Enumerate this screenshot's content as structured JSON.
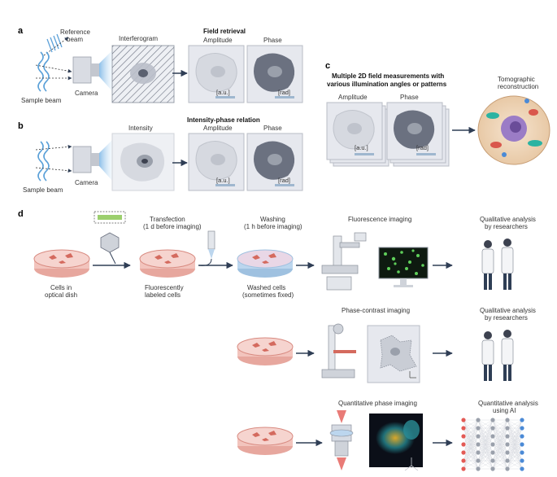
{
  "panels": {
    "a": {
      "letter": "a",
      "reference_beam": "Reference\nbeam",
      "sample_beam": "Sample beam",
      "camera": "Camera",
      "interferogram": "Interferogram",
      "field_retrieval": "Field retrieval",
      "amplitude": "Amplitude",
      "phase": "Phase",
      "amp_unit": "[a.u.]",
      "phase_unit": "[rad]"
    },
    "b": {
      "letter": "b",
      "title": "Intensity-phase relation",
      "sample_beam": "Sample beam",
      "camera": "Camera",
      "intensity": "Intensity",
      "amplitude": "Amplitude",
      "phase": "Phase",
      "amp_unit": "[a.u.]",
      "phase_unit": "[rad]"
    },
    "c": {
      "letter": "c",
      "title": "Multiple 2D field measurements with\nvarious illumination angles or patterns",
      "amplitude": "Amplitude",
      "phase": "Phase",
      "amp_unit": "[a.u.]",
      "phase_unit": "[rad]",
      "tomo": "Tomographic\nreconstruction"
    },
    "d": {
      "letter": "d",
      "cells_in_dish": "Cells in\noptical dish",
      "transfection": "Transfection\n(1 d before imaging)",
      "labeled_cells": "Fluorescently\nlabeled cells",
      "washing": "Washing\n(1 h before imaging)",
      "washed_cells": "Washed cells\n(sometimes fixed)",
      "fluorescence_imaging": "Fluorescence imaging",
      "qual1": "Qualitative analysis\nby researchers",
      "phase_contrast": "Phase-contrast imaging",
      "qual2": "Qualitative analysis\nby researchers",
      "qpi": "Quantitative phase imaging",
      "quant": "Quantitative analysis\nusing AI"
    }
  },
  "colors": {
    "beam": "#5aa0d8",
    "dish_fill": "#f2c4bd",
    "dish_edge": "#d88a80",
    "washed_fill": "#bcd6ee",
    "arrow": "#2f3e55",
    "panel_gray": "#e6e8ee",
    "dark_cell": "#6b7180"
  }
}
